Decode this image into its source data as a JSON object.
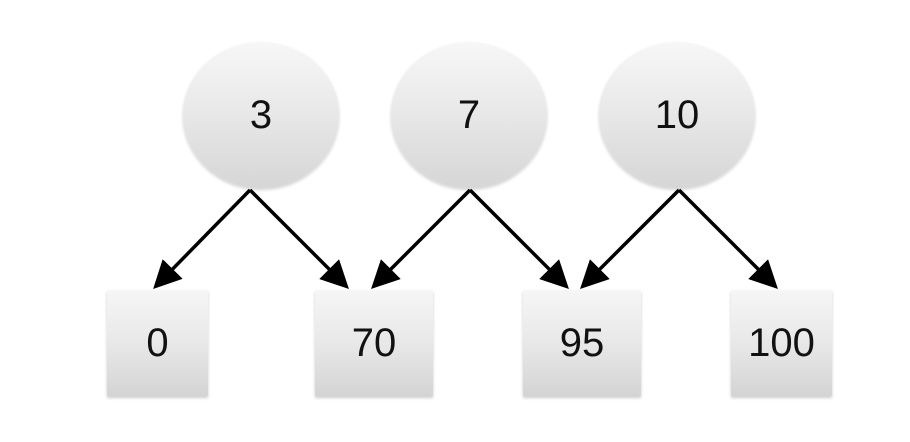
{
  "diagram": {
    "circles": [
      {
        "label": "3"
      },
      {
        "label": "7"
      },
      {
        "label": "10"
      }
    ],
    "boxes": [
      {
        "label": "0"
      },
      {
        "label": "70"
      },
      {
        "label": "95"
      },
      {
        "label": "100"
      }
    ],
    "edges": [
      {
        "from": "3",
        "to": "0"
      },
      {
        "from": "3",
        "to": "70"
      },
      {
        "from": "7",
        "to": "70"
      },
      {
        "from": "7",
        "to": "95"
      },
      {
        "from": "10",
        "to": "95"
      },
      {
        "from": "10",
        "to": "100"
      }
    ]
  }
}
